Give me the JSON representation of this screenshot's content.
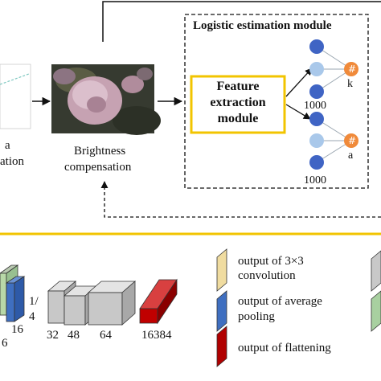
{
  "top": {
    "left_label_lines": [
      "a",
      "ation"
    ],
    "brightness_label_lines": [
      "Brightness",
      "compensation"
    ],
    "logistic_title": "Logistic estimation module",
    "feature_box_lines": [
      "Feature",
      "extraction",
      "module"
    ],
    "out_symbol": "#",
    "out_k": "k",
    "out_a": "a",
    "count_top": "1000",
    "count_bottom": "1000"
  },
  "bottom": {
    "left_numbers": {
      "n16": "16",
      "n6": "6",
      "frac_num": "1/",
      "frac_den": "4"
    },
    "block_labels": [
      "32",
      "48",
      "64",
      "16384"
    ],
    "legend": [
      {
        "lines": [
          "output of 3×3",
          "convolution"
        ],
        "color": "#f0dca0"
      },
      {
        "lines": [
          "output of average",
          "pooling"
        ],
        "color": "#3f6fc0"
      },
      {
        "lines": [
          "output of flattening"
        ],
        "color": "#b00000"
      }
    ]
  },
  "colors": {
    "border_yellow": "#f2c400",
    "node_dark": "#3f64c4",
    "node_light": "#a9c8ea",
    "node_orange": "#f08a3a",
    "gray_block": "#c8c8c8",
    "green_block": "#a8d0a0"
  }
}
